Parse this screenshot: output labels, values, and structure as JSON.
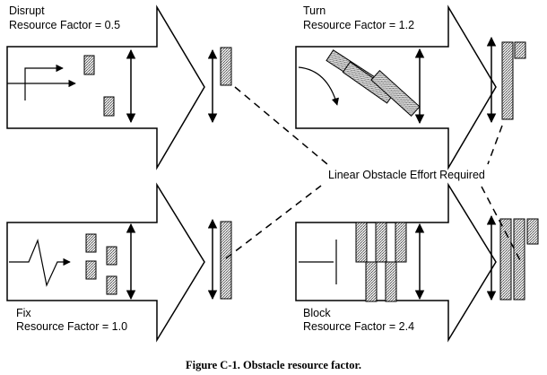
{
  "panels": {
    "disrupt": {
      "name": "Disrupt",
      "factor": "Resource Factor = 0.5"
    },
    "turn": {
      "name": "Turn",
      "factor": "Resource Factor = 1.2"
    },
    "fix": {
      "name": "Fix",
      "factor": "Resource Factor = 1.0"
    },
    "block": {
      "name": "Block",
      "factor": "Resource Factor = 2.4"
    }
  },
  "center_label": "Linear Obstacle Effort Required",
  "caption": "Figure C-1. Obstacle resource factor.",
  "colors": {
    "line": "#000000",
    "hatch": "#7a7a7a",
    "obstacle_fill": "#d9d9d9",
    "background": "#ffffff"
  }
}
